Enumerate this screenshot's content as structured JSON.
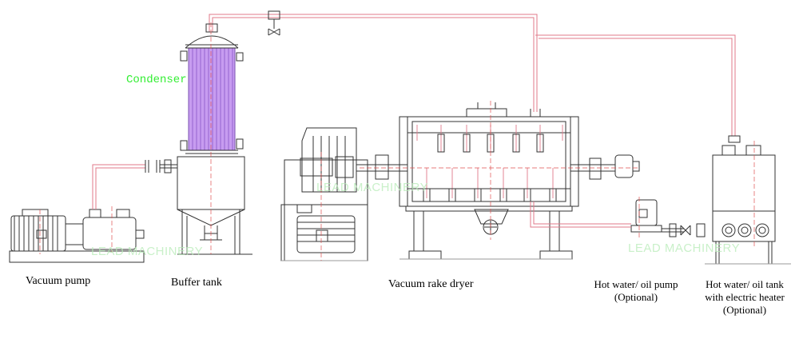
{
  "labels": {
    "condenser": "Condenser",
    "vacuum_pump": "Vacuum pump",
    "buffer_tank": "Buffer tank",
    "vacuum_rake_dryer": "Vacuum rake dryer",
    "hot_water_pump_line1": "Hot water/ oil pump",
    "hot_water_pump_line2": "(Optional)",
    "hot_water_tank_line1": "Hot water/ oil tank",
    "hot_water_tank_line2": "with electric heater",
    "hot_water_tank_line3": "(Optional)"
  },
  "watermark": "LEAD MACHINERY",
  "colors": {
    "line": "#333333",
    "pipe": "#e07a8a",
    "condenser_fill": "#c79cf0",
    "green_label": "#33ee33",
    "center_line": "#e05050"
  }
}
